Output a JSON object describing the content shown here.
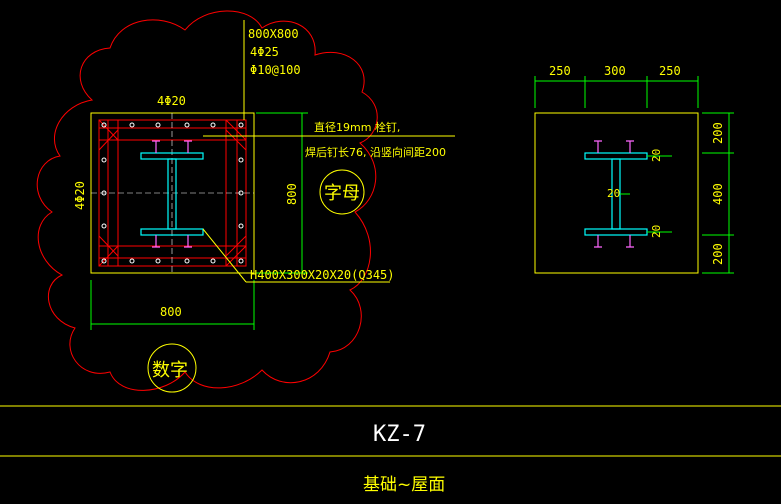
{
  "colors": {
    "background": "#000000",
    "cloud": "#ff0000",
    "rebar": "#ff0000",
    "outline": "#ffff00",
    "dimension": "#00ff00",
    "steel": "#00ffff",
    "studs": "#ff66ff",
    "text": "#ffff00",
    "title": "#ffffff"
  },
  "left_detail": {
    "size_note": "800X800",
    "main_bars": "4Φ25",
    "stirrups": "Φ10@100",
    "top_bars": "4Φ20",
    "side_bars": "4Φ20",
    "stud_note_1": "直径19mm 栓钉,",
    "stud_note_2": "焊后钉长76, 沿竖向间距200",
    "height_dim": "800",
    "width_dim": "800",
    "steel_section": "H400X300X20X20(Q345)",
    "cloud_label_1": "字母",
    "cloud_label_2": "数字"
  },
  "right_detail": {
    "top_dims": [
      "250",
      "300",
      "250"
    ],
    "side_dims": [
      "200",
      "400",
      "200"
    ],
    "flange_thk_top": "20",
    "flange_thk_bottom": "20",
    "web_thk": "20"
  },
  "title_block": {
    "name": "KZ-7",
    "range": "基础~屋面"
  }
}
